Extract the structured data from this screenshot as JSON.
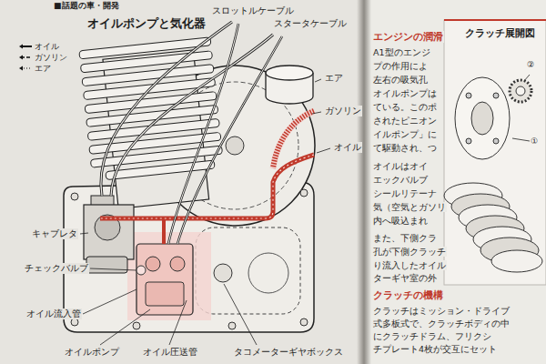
{
  "diagram": {
    "title": "オイルポンプと気化器",
    "labels": [
      "■話題の車・開発",
      "スロットルケーブル",
      "スタータケーブル",
      "エア",
      "ガソリン",
      "オイル",
      "キャブレタ",
      "チェックバルブ",
      "オイル流入管",
      "オイルポンプ",
      "オイル圧送管",
      "タコメーターギヤボックス",
      "エンジンの潤滑",
      "A1型のエンジ",
      "プの作用によ",
      "左右の吸気孔",
      "オイルポンプは",
      "ている。このポ",
      "されたピニオン",
      "イルポンプ」に",
      "て駆動され、つ",
      "オイルはオイ",
      "エックバルブ",
      "シールリテーナ",
      "気（空気とガソリ",
      "内へ吸込まれ",
      "また、下側クラ",
      "孔が下側クラッチ",
      "り流入したオイル",
      "ターギヤ室の外",
      "クラッチの機構",
      "クラッチはミッション・ドライブ",
      "式多板式で、クラッチボディの中",
      "にクラッチドラム、フリクシ",
      "チプレート4枚が交互にセット",
      "クラッチ展開図",
      "②",
      "①"
    ],
    "legend": [
      {
        "text": "オイル"
      },
      {
        "text": "ガソリン"
      },
      {
        "text": "エア"
      }
    ]
  }
}
